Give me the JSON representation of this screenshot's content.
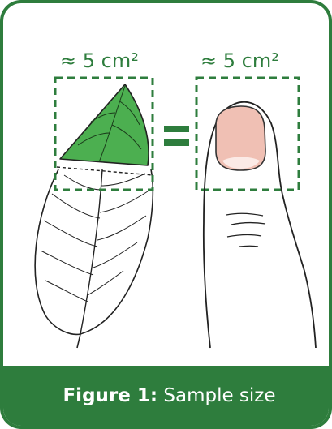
{
  "labels": {
    "leaf_area": "≈ 5 cm²",
    "thumb_area": "≈ 5 cm²",
    "equals_sign": "="
  },
  "caption": {
    "figure_label": "Figure 1:",
    "title": "Sample size"
  },
  "colors": {
    "brand_green": "#2e7d3d",
    "leaf_fill": "#4caf50",
    "nail_fill": "#f0c0b4"
  },
  "icons": {
    "leaf": "leaf-illustration",
    "thumb": "thumb-illustration"
  }
}
